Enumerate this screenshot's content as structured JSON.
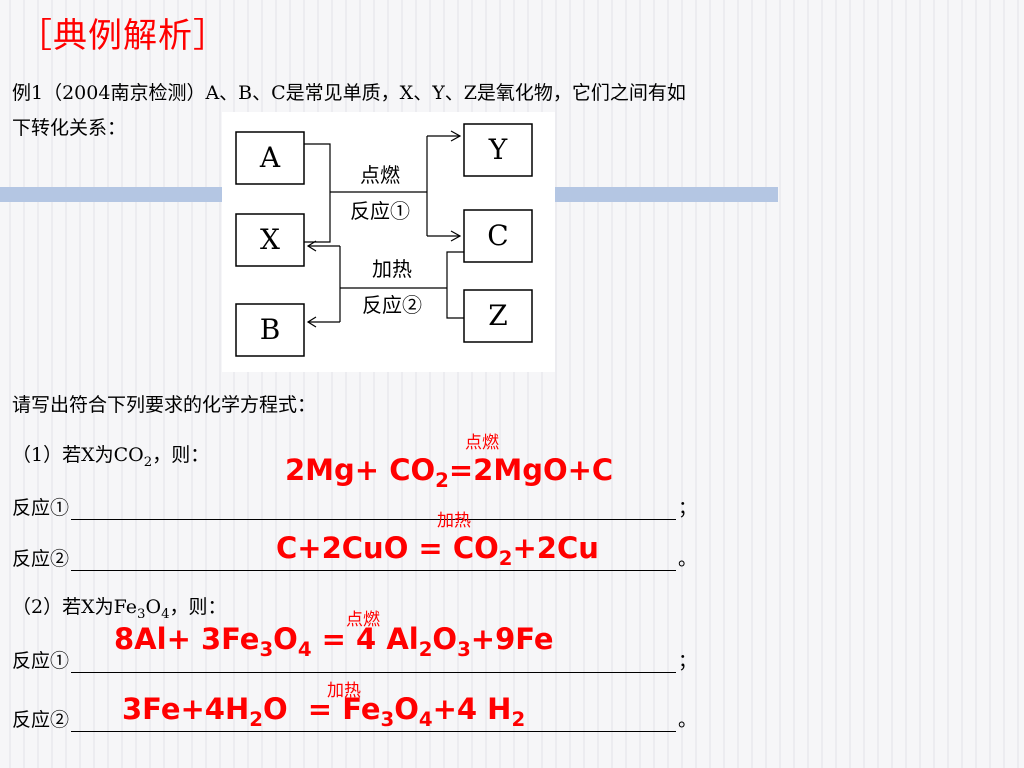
{
  "title": "［典例解析］",
  "intro": {
    "line1": "例1（2004南京检测）A、B、C是常见单质，X、Y、Z是氧化物，它们之间有如",
    "line2": "下转化关系："
  },
  "diagram": {
    "boxes": [
      "A",
      "X",
      "B",
      "Y",
      "C",
      "Z"
    ],
    "reaction1": {
      "condition": "点燃",
      "label": "反应①"
    },
    "reaction2": {
      "condition": "加热",
      "label": "反应②"
    }
  },
  "requirement": "请写出符合下列要求的化学方程式：",
  "part1": {
    "prefix": "（1）若X为",
    "formula": "CO",
    "formula_sub": "2",
    "suffix": "，则：",
    "r1_label": "反应①",
    "r1_end": "；",
    "r1_condition": "点燃",
    "r1_answer": {
      "a": "2Mg+ CO",
      "a_sub": "2",
      "b": "=2MgO+C"
    },
    "r2_label": "反应②",
    "r2_end": "。",
    "r2_condition": "加热",
    "r2_answer": {
      "a": "C+2CuO = CO",
      "a_sub": "2",
      "b": "+2Cu"
    }
  },
  "part2": {
    "prefix": "（2）若X为",
    "formula_a": "Fe",
    "formula_sub1": "3",
    "formula_b": "O",
    "formula_sub2": "4",
    "suffix": "，则：",
    "r1_label": "反应①",
    "r1_end": "；",
    "r1_condition": "点燃",
    "r1_answer": {
      "a": "8Al+ 3Fe",
      "s1": "3",
      "b": "O",
      "s2": "4",
      "c": " = 4 Al",
      "s3": "2",
      "d": "O",
      "s4": "3",
      "e": "+9Fe"
    },
    "r2_label": "反应②",
    "r2_end": "。",
    "r2_condition": "加热",
    "r2_answer": {
      "a": "3Fe+4H",
      "s1": "2",
      "b": "O  = Fe",
      "s2": "3",
      "c": "O",
      "s3": "4",
      "d": "+4 H",
      "s4": "2"
    }
  }
}
